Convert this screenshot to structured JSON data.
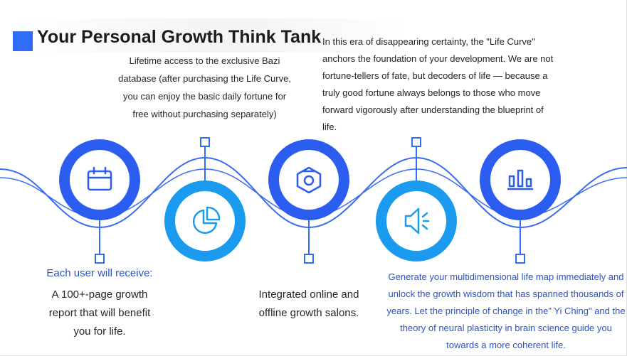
{
  "title": "Your Personal Growth Think Tank",
  "intro": "In this era of disappearing certainty, the \"Life Curve\" anchors the foundation of your development. We are not fortune-tellers of fate, but decoders of life — because a truly good fortune always belongs to those who move forward vigorously after understanding the blueprint of life.",
  "items": [
    {
      "icon": "calendar-icon",
      "heading": "Each user will receive:",
      "text": "A 100+-page growth report that will benefit you for life."
    },
    {
      "icon": "pie-chart-icon",
      "text": "Lifetime access to the exclusive Bazi database (after purchasing the Life Curve, you can enjoy the basic daily fortune for free without purchasing separately)"
    },
    {
      "icon": "hexagon-ring-icon",
      "text": "Integrated online and offline growth salons."
    },
    {
      "icon": "speaker-icon",
      "text": "Generate your multidimensional life map immediately and unlock the growth wisdom that has spanned thousands of years. Let the principle of change in the\" Yi Ching\" and the theory of neural plasticity in brain science guide you towards a more coherent life."
    },
    {
      "icon": "bar-chart-icon"
    }
  ],
  "colors": {
    "accent": "#2f6df6",
    "dark_circle": "#2b5ef0",
    "light_circle": "#1a9bf0",
    "text_blue": "#2c54c8"
  }
}
